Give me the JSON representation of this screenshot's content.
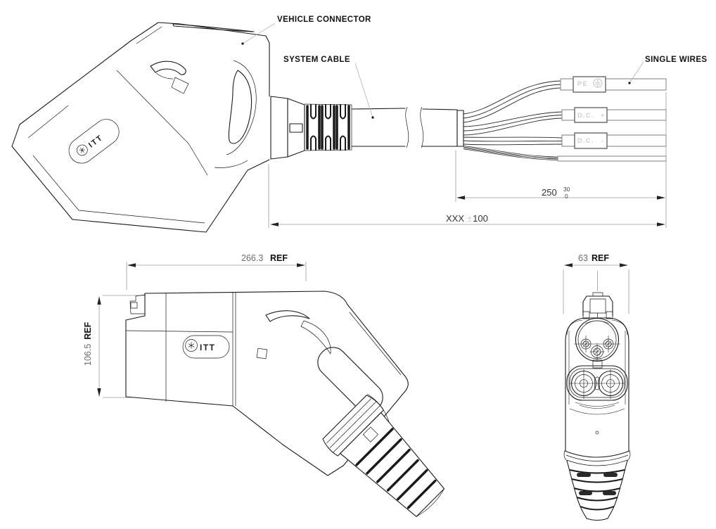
{
  "drawing": {
    "callouts": {
      "vehicle_connector": "VEHICLE CONNECTOR",
      "system_cable": "SYSTEM CABLE",
      "single_wires": "SINGLE WIRES"
    },
    "wire_markers": {
      "pe": "PE",
      "dc_plus_label": "D.C.",
      "dc_plus_sign": "+",
      "dc_minus_label": "D.C.",
      "dc_minus_sign": "-"
    },
    "dimensions": {
      "single_wires_length": {
        "value": "250",
        "tol_upper": "30",
        "tol_lower": "0"
      },
      "overall_length": {
        "value": "XXX",
        "pm": "±",
        "tol": "100"
      },
      "connector_length": {
        "value": "266.3",
        "ref": "REF"
      },
      "connector_height": {
        "value": "106.5",
        "ref": "REF"
      },
      "connector_width": {
        "value": "63",
        "ref": "REF"
      }
    },
    "brand": {
      "logo": "ITT"
    },
    "colors": {
      "ink": "#1a1a1a",
      "dimension_lines": "#9a9a9a",
      "wire_marker_text": "#cfcfcf"
    }
  }
}
